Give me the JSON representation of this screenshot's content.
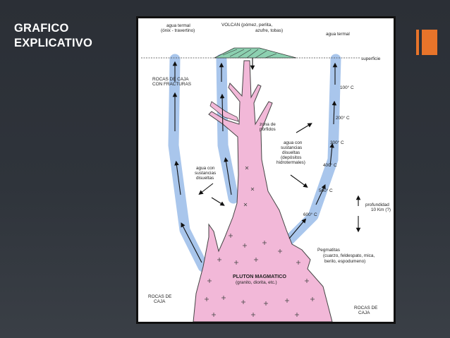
{
  "slide": {
    "title": "GRAFICO EXPLICATIVO",
    "accent_color": "#e8742a"
  },
  "diagram": {
    "labels": {
      "agua_termal_left_1": "agua termal",
      "agua_termal_left_2": "(ónix - travertino)",
      "volcan_1": "VOLCAN (pómez, perlita,",
      "volcan_2": "azufre, tobas)",
      "agua_termal_right": "agua termal",
      "superficie": "superficie",
      "rocas_caja_fract_1": "ROCAS DE CAJA",
      "rocas_caja_fract_2": "CON FRACTURAS",
      "zona_porfidos_1": "zona de",
      "zona_porfidos_2": "pórfidos",
      "agua_sust_right_1": "agua con",
      "agua_sust_right_2": "sustancias",
      "agua_sust_right_3": "disueltas",
      "agua_sust_right_4": "(depósitos",
      "agua_sust_right_5": "hidrotermales)",
      "agua_sust_left_1": "agua con",
      "agua_sust_left_2": "sustancias",
      "agua_sust_left_3": "disueltas",
      "temp_100": "100° C",
      "temp_200": "200° C",
      "temp_300": "300° C",
      "temp_400": "400° C",
      "temp_500": "500° C",
      "temp_600": "600° C",
      "profundidad_1": "profundidad",
      "profundidad_2": "10 Km (?)",
      "pegmatitas_1": "Pegmatitas",
      "pegmatitas_2": "(cuarzo, feldespato, mica,",
      "pegmatitas_3": "berilo, espodumeno)",
      "pluton_1": "PLUTON MAGMATICO",
      "pluton_2": "(granito, diorita, etc.)",
      "rocas_caja_left_1": "ROCAS DE",
      "rocas_caja_left_2": "CAJA",
      "rocas_caja_right_1": "ROCAS DE",
      "rocas_caja_right_2": "CAJA"
    },
    "colors": {
      "magma": "#f2b8d8",
      "channel": "#a9c6ec",
      "volcano": "#8cd0b0"
    }
  }
}
